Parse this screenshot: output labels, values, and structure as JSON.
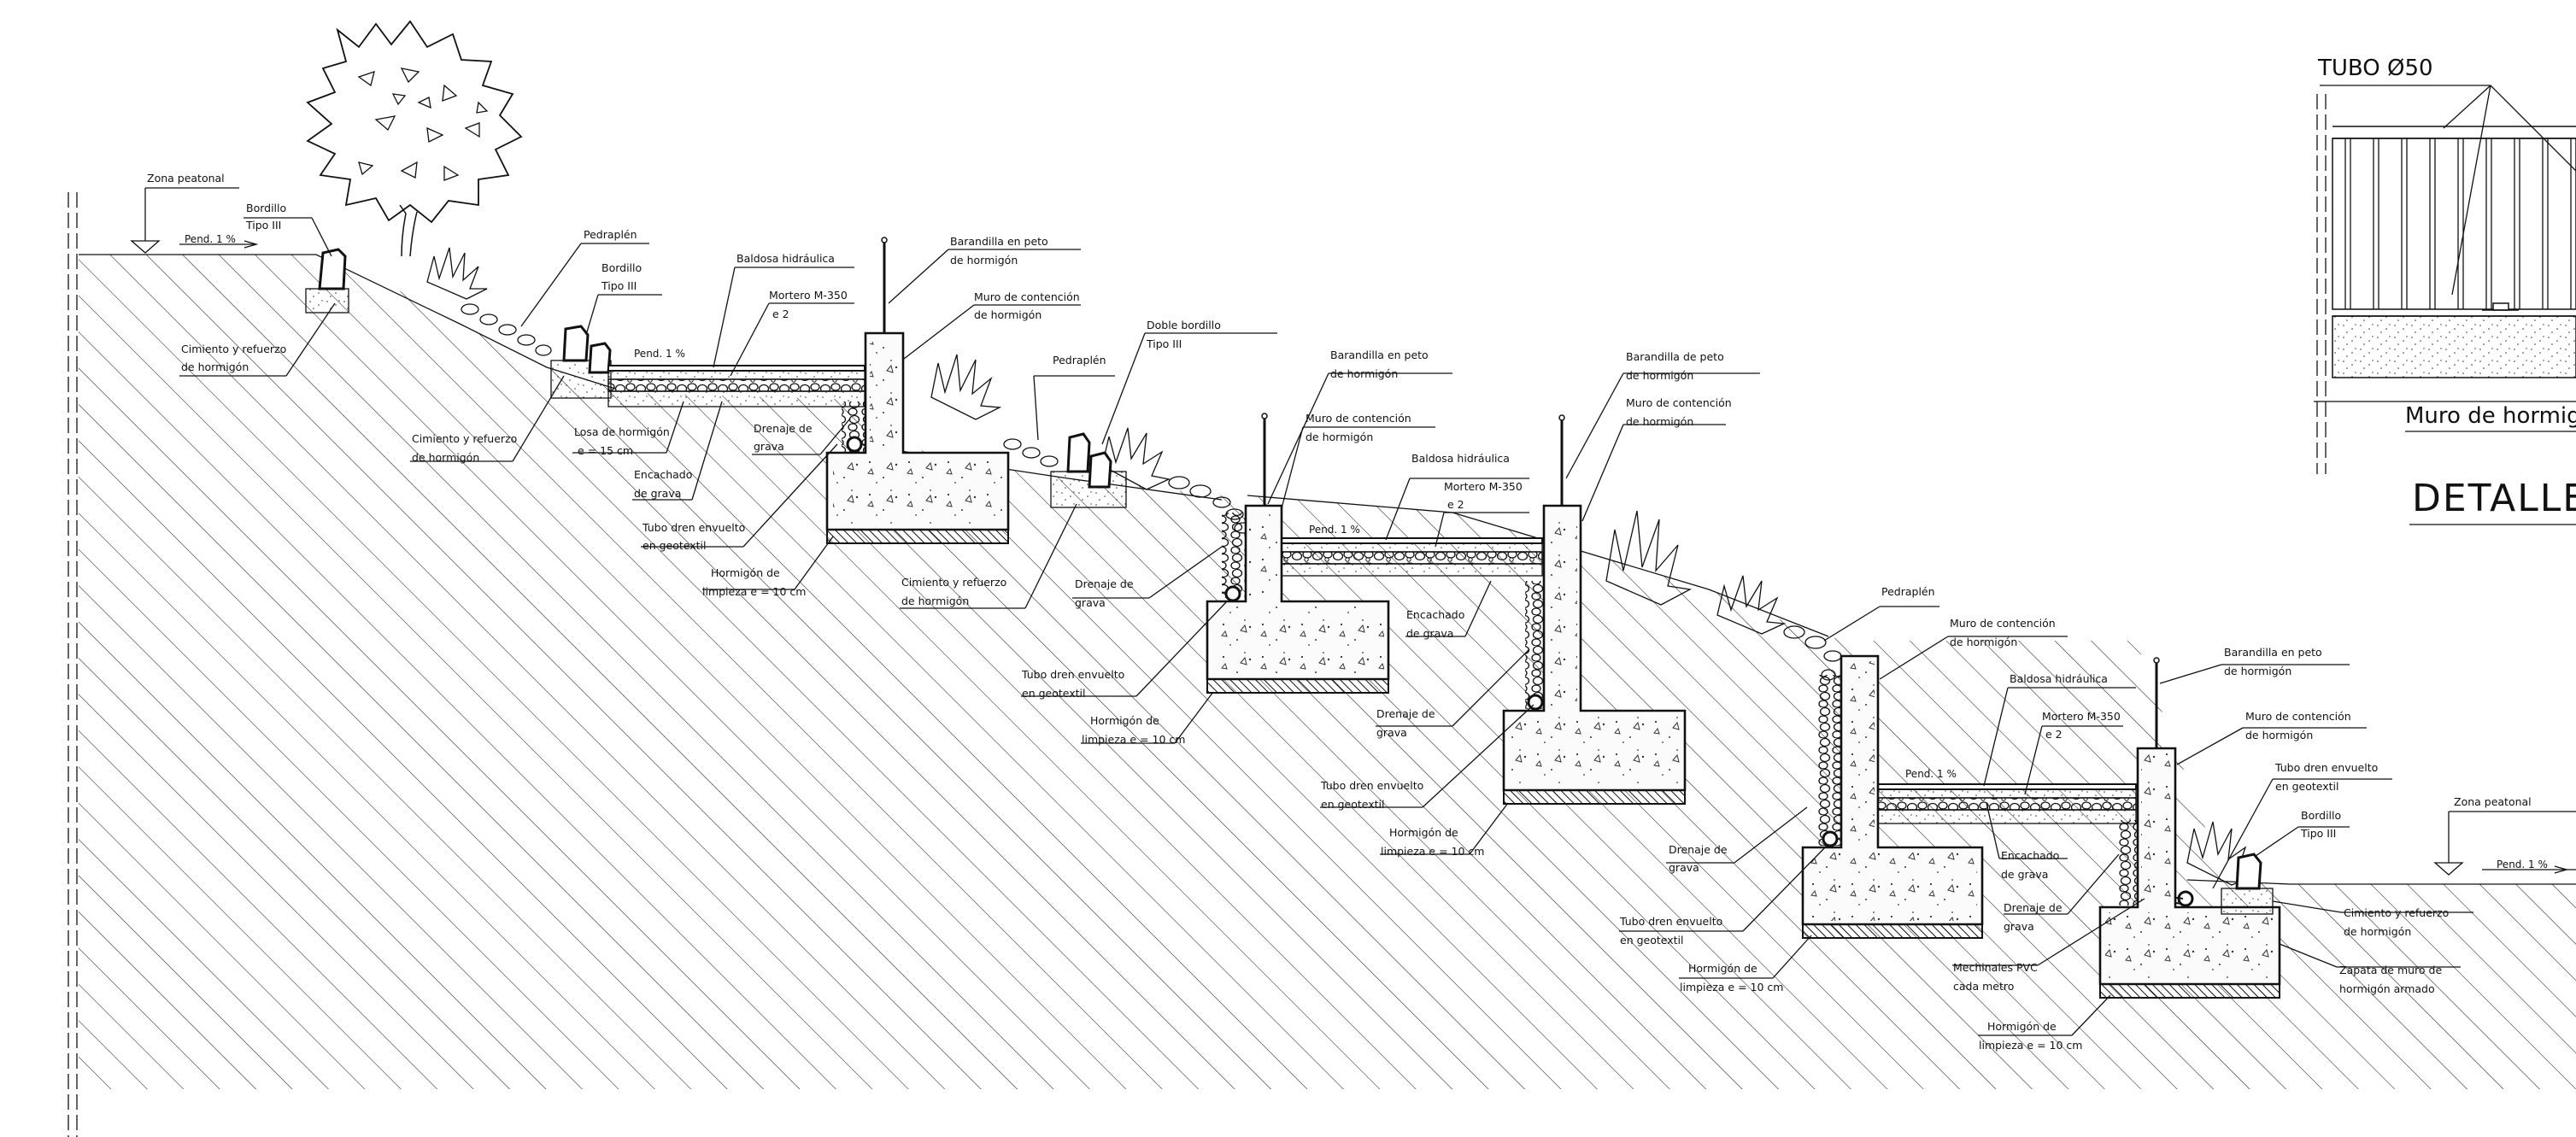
{
  "labels": {
    "zona_peatonal_1": "Zona peatonal",
    "pend_1": "Pend. 1 %",
    "bordillo_1a": "Bordillo",
    "bordillo_1b": "Tipo III",
    "cimiento_1a": "Cimiento y refuerzo",
    "cimiento_1b": "de hormigón",
    "pedraplen_1": "Pedraplén",
    "bordillo_2a": "Bordillo",
    "bordillo_2b": "Tipo III",
    "pend_2": "Pend. 1 %",
    "baldosa_1": "Baldosa hidráulica",
    "mortero_1a": "Mortero M-350",
    "mortero_1b": "e 2 ",
    "barandilla_1a": "Barandilla en peto",
    "barandilla_1b": "de hormigón",
    "muro_1a": "Muro de contención",
    "muro_1b": "de hormigón",
    "cimiento_2a": "Cimiento y refuerzo",
    "cimiento_2b": "de hormigón",
    "losa_a": "Losa de hormigón",
    "losa_b": "e = 15 cm",
    "drenaje_1a": "Drenaje de",
    "drenaje_1b": "grava",
    "encachado_1a": "Encachado",
    "encachado_1b": "de grava",
    "tubo_1a": "Tubo dren envuelto",
    "tubo_1b": "en geotextil",
    "horm_1a": "Hormigón de",
    "horm_1b": "limpieza e = 10 cm",
    "pedraplen_2": "Pedraplén",
    "doble_a": "Doble bordillo",
    "doble_b": "Tipo III",
    "cimiento_3a": "Cimiento y refuerzo",
    "cimiento_3b": "de hormigón",
    "drenaje_2a": "Drenaje de",
    "drenaje_2b": "grava",
    "tubo_2a": "Tubo dren envuelto",
    "tubo_2b": "en geotextil",
    "horm_2a": "Hormigón de",
    "horm_2b": "limpieza e = 10 cm",
    "barandilla_2a": "Barandilla en peto",
    "barandilla_2b": "de hormigón",
    "muro_2a": "Muro de contención",
    "muro_2b": "de hormigón",
    "baldosa_2": "Baldosa hidráulica",
    "mortero_2a": "Mortero M-350",
    "mortero_2b": "e 2 ",
    "pend_3": "Pend. 1 %",
    "encachado_2a": "Encachado",
    "encachado_2b": "de grava",
    "barandilla_3a": "Barandilla de peto",
    "barandilla_3b": "de hormigón",
    "muro_3a": "Muro de contención",
    "muro_3b": "de hormigón",
    "drenaje_3a": "Drenaje de",
    "drenaje_3b": "grava",
    "tubo_3a": "Tubo dren envuelto",
    "tubo_3b": "en geotextil",
    "horm_3a": "Hormigón de",
    "horm_3b": "limpieza e = 10 cm",
    "pedraplen_3": "Pedraplén",
    "muro_4a": "Muro de contención",
    "muro_4b": "de hormigón",
    "baldosa_3": "Baldosa hidráulica",
    "mortero_3a": "Mortero M-350",
    "mortero_3b": "e 2 ",
    "pend_4": "Pend. 1 %",
    "barandilla_4a": "Barandilla en peto",
    "barandilla_4b": "de hormigón",
    "muro_5a": "Muro de contención",
    "muro_5b": "de hormigón",
    "tubo_4a": "Tubo dren envuelto",
    "tubo_4b": "en geotextil",
    "bordillo_3a": "Bordillo",
    "bordillo_3b": "Tipo III",
    "zona_peatonal_2": "Zona peatonal",
    "pend_5": "Pend. 1 %",
    "drenaje_4a": "Drenaje de",
    "drenaje_4b": "grava",
    "encachado_3a": "Encachado",
    "encachado_3b": "de grava",
    "drenaje_5a": "Drenaje de",
    "drenaje_5b": "grava",
    "tubo_5a": "Tubo dren envuelto",
    "tubo_5b": "en geotextil",
    "horm_4a": "Hormigón de",
    "horm_4b": "limpieza e = 10 cm",
    "mechinales_a": "Mechinales PVC",
    "mechinales_b": "cada metro",
    "horm_5a": "Hormigón de",
    "horm_5b": "limpieza e = 10 cm",
    "cimiento_4a": "Cimiento y refuerzo",
    "cimiento_4b": "de hormigón",
    "zapata_a": "Zapata de muro de",
    "zapata_b": "hormigón armado"
  },
  "detail": {
    "tubo": "TUBO Ø50",
    "muro": "Muro de hormigó",
    "title": "DETALLE"
  },
  "colors": {
    "line": "#111111",
    "background": "#ffffff",
    "concrete_fill": "#fbfbfb"
  }
}
